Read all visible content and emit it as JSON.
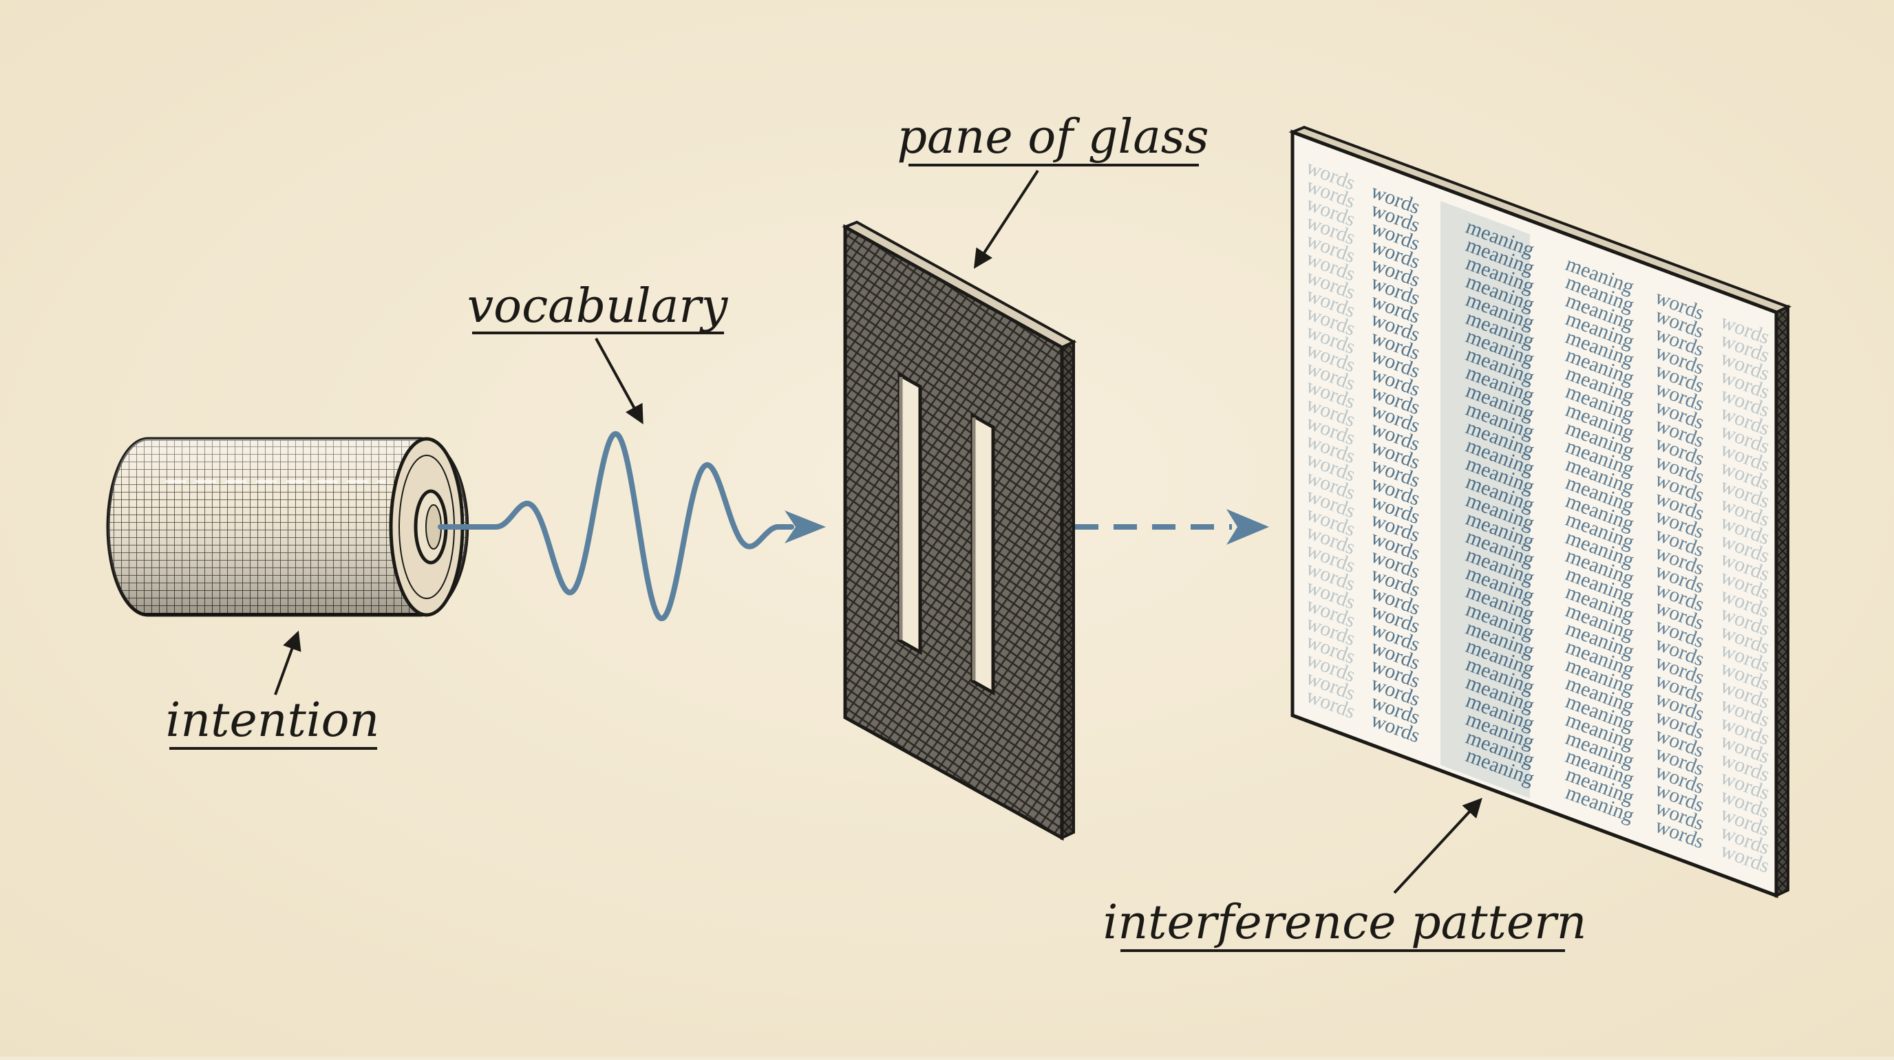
{
  "labels": {
    "source": "intention",
    "wave": "vocabulary",
    "slit_plate": "pane of glass",
    "screen": "interference pattern"
  },
  "screen_words": {
    "outer": "words",
    "center": "meaning"
  },
  "colors": {
    "paper": "#f3ead6",
    "ink": "#1c1a17",
    "wave": "#5b819f",
    "screen_text": "#4d6f88"
  }
}
